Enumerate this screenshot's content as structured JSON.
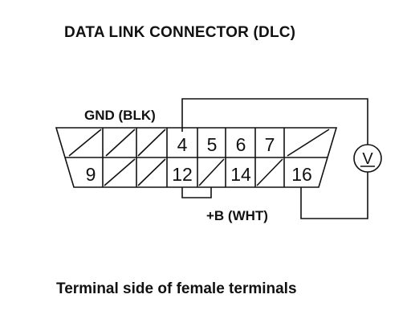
{
  "title": "DATA LINK CONNECTOR (DLC)",
  "caption": "Terminal side of female terminals",
  "labels": {
    "gnd": "GND (BLK)",
    "b_plus": "+B (WHT)",
    "meter": "V"
  },
  "pins": {
    "top_row": [
      "",
      "",
      "",
      "4",
      "5",
      "6",
      "7",
      ""
    ],
    "bottom_row": [
      "9",
      "",
      "",
      "12",
      "",
      "14",
      "",
      "16"
    ]
  }
}
